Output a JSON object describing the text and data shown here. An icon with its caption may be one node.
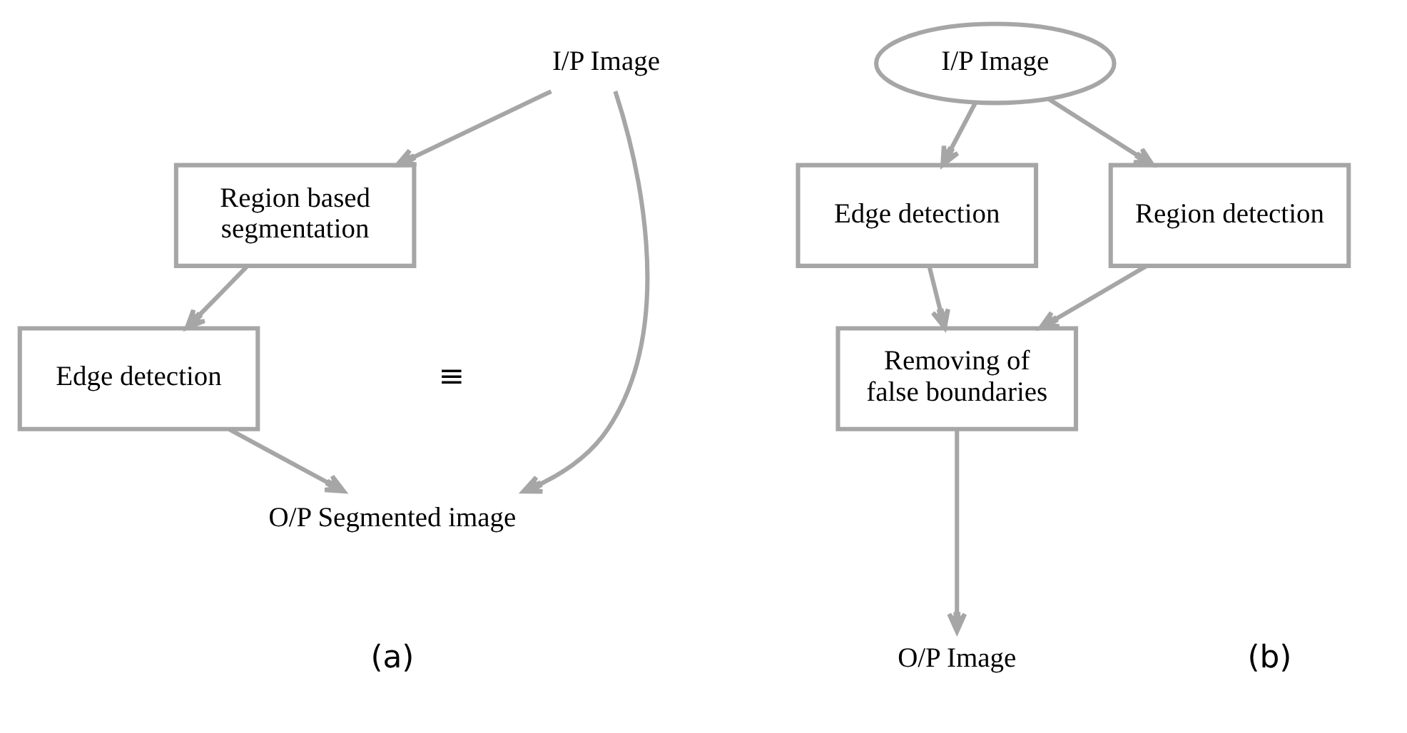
{
  "diagram": {
    "nodes": [
      {
        "text": [
          "I/P Image"
        ]
      },
      {
        "text": [
          "Region based segmentation"
        ]
      },
      {
        "text": [
          "Edge detection"
        ]
      },
      {
        "text": [
          "O/P Segmented image"
        ]
      },
      {
        "text": [
          "I/P Image"
        ]
      },
      {
        "text": [
          "Edge detection"
        ]
      },
      {
        "text": [
          "Region detection"
        ]
      },
      {
        "text": [
          "Removing of false boundaries"
        ]
      },
      {
        "text": [
          "O/P Image"
        ]
      }
    ],
    "edges": [
      {
        "from": 0,
        "to": 1,
        "arrow": "to"
      },
      {
        "from": 1,
        "to": 2,
        "arrow": "to"
      },
      {
        "from": 2,
        "to": 3,
        "arrow": "to"
      },
      {
        "from": 0,
        "to": 3,
        "arrow": "to"
      },
      {
        "from": 4,
        "to": 5,
        "arrow": "to"
      },
      {
        "from": 4,
        "to": 6,
        "arrow": "to"
      },
      {
        "from": 5,
        "to": 7,
        "arrow": "to"
      },
      {
        "from": 6,
        "to": 7,
        "arrow": "to"
      },
      {
        "from": 7,
        "to": 8,
        "arrow": "to"
      }
    ],
    "labels": [
      "≡",
      "(a)",
      "(b)"
    ]
  }
}
